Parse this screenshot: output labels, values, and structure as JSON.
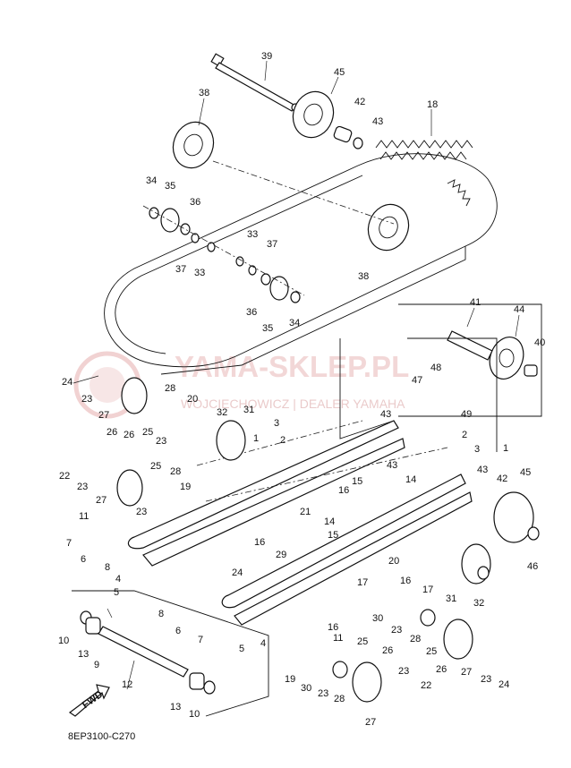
{
  "diagram": {
    "code": "8EP3100-C270",
    "fwd_label": "FWD",
    "watermark": {
      "main": "YAMA-SKLEP.PL",
      "sub": "WOJCIECHOWICZ | DEALER YAMAHA"
    },
    "callouts": [
      {
        "id": "c39",
        "text": "39"
      },
      {
        "id": "c45a",
        "text": "45"
      },
      {
        "id": "c38a",
        "text": "38"
      },
      {
        "id": "c42a",
        "text": "42"
      },
      {
        "id": "c43a",
        "text": "43"
      },
      {
        "id": "c18",
        "text": "18"
      },
      {
        "id": "c34a",
        "text": "34"
      },
      {
        "id": "c35a",
        "text": "35"
      },
      {
        "id": "c36a",
        "text": "36"
      },
      {
        "id": "c37a",
        "text": "37"
      },
      {
        "id": "c33a",
        "text": "33"
      },
      {
        "id": "c33b",
        "text": "33"
      },
      {
        "id": "c37b",
        "text": "37"
      },
      {
        "id": "c36b",
        "text": "36"
      },
      {
        "id": "c35b",
        "text": "35"
      },
      {
        "id": "c34b",
        "text": "34"
      },
      {
        "id": "c38b",
        "text": "38"
      },
      {
        "id": "c41",
        "text": "41"
      },
      {
        "id": "c44",
        "text": "44"
      },
      {
        "id": "c40",
        "text": "40"
      },
      {
        "id": "c48",
        "text": "48"
      },
      {
        "id": "c47",
        "text": "47"
      },
      {
        "id": "c49",
        "text": "49"
      },
      {
        "id": "c24a",
        "text": "24"
      },
      {
        "id": "c23a",
        "text": "23"
      },
      {
        "id": "c27a",
        "text": "27"
      },
      {
        "id": "c26a",
        "text": "26"
      },
      {
        "id": "c28a",
        "text": "28"
      },
      {
        "id": "c25a",
        "text": "25"
      },
      {
        "id": "c20a",
        "text": "20"
      },
      {
        "id": "c23b",
        "text": "23"
      },
      {
        "id": "c32a",
        "text": "32"
      },
      {
        "id": "c31a",
        "text": "31"
      },
      {
        "id": "c3a",
        "text": "3"
      },
      {
        "id": "c2a",
        "text": "2"
      },
      {
        "id": "c1a",
        "text": "1"
      },
      {
        "id": "c43b",
        "text": "43"
      },
      {
        "id": "c2b",
        "text": "2"
      },
      {
        "id": "c3b",
        "text": "3"
      },
      {
        "id": "c1b",
        "text": "1"
      },
      {
        "id": "c43c",
        "text": "43"
      },
      {
        "id": "c43d",
        "text": "43"
      },
      {
        "id": "c42b",
        "text": "42"
      },
      {
        "id": "c45b",
        "text": "45"
      },
      {
        "id": "c22a",
        "text": "22"
      },
      {
        "id": "c23c",
        "text": "23"
      },
      {
        "id": "c26b",
        "text": "26"
      },
      {
        "id": "c27b",
        "text": "27"
      },
      {
        "id": "c25b",
        "text": "25"
      },
      {
        "id": "c28b",
        "text": "28"
      },
      {
        "id": "c19a",
        "text": "19"
      },
      {
        "id": "c11a",
        "text": "11"
      },
      {
        "id": "c23d",
        "text": "23"
      },
      {
        "id": "c14a",
        "text": "14"
      },
      {
        "id": "c15a",
        "text": "15"
      },
      {
        "id": "c16a",
        "text": "16"
      },
      {
        "id": "c21",
        "text": "21"
      },
      {
        "id": "c14b",
        "text": "14"
      },
      {
        "id": "c15b",
        "text": "15"
      },
      {
        "id": "c7a",
        "text": "7"
      },
      {
        "id": "c6a",
        "text": "6"
      },
      {
        "id": "c8a",
        "text": "8"
      },
      {
        "id": "c4a",
        "text": "4"
      },
      {
        "id": "c5a",
        "text": "5"
      },
      {
        "id": "c16b",
        "text": "16"
      },
      {
        "id": "c29",
        "text": "29"
      },
      {
        "id": "c24b",
        "text": "24"
      },
      {
        "id": "c46",
        "text": "46"
      },
      {
        "id": "c20b",
        "text": "20"
      },
      {
        "id": "c16c",
        "text": "16"
      },
      {
        "id": "c17a",
        "text": "17"
      },
      {
        "id": "c17b",
        "text": "17"
      },
      {
        "id": "c31b",
        "text": "31"
      },
      {
        "id": "c32b",
        "text": "32"
      },
      {
        "id": "c8b",
        "text": "8"
      },
      {
        "id": "c6b",
        "text": "6"
      },
      {
        "id": "c7b",
        "text": "7"
      },
      {
        "id": "c30a",
        "text": "30"
      },
      {
        "id": "c23e",
        "text": "23"
      },
      {
        "id": "c28c",
        "text": "28"
      },
      {
        "id": "c25c",
        "text": "25"
      },
      {
        "id": "c26c",
        "text": "26"
      },
      {
        "id": "c27c",
        "text": "27"
      },
      {
        "id": "c23f",
        "text": "23"
      },
      {
        "id": "c24c",
        "text": "24"
      },
      {
        "id": "c10a",
        "text": "10"
      },
      {
        "id": "c13a",
        "text": "13"
      },
      {
        "id": "c9",
        "text": "9"
      },
      {
        "id": "c4b",
        "text": "4"
      },
      {
        "id": "c5b",
        "text": "5"
      },
      {
        "id": "c11b",
        "text": "11"
      },
      {
        "id": "c16d",
        "text": "16"
      },
      {
        "id": "c12",
        "text": "12"
      },
      {
        "id": "c19b",
        "text": "19"
      },
      {
        "id": "c30b",
        "text": "30"
      },
      {
        "id": "c23g",
        "text": "23"
      },
      {
        "id": "c28d",
        "text": "28"
      },
      {
        "id": "c25d",
        "text": "25"
      },
      {
        "id": "c26d",
        "text": "26"
      },
      {
        "id": "c23h",
        "text": "23"
      },
      {
        "id": "c22b",
        "text": "22"
      },
      {
        "id": "c27d",
        "text": "27"
      },
      {
        "id": "c13b",
        "text": "13"
      },
      {
        "id": "c10b",
        "text": "10"
      }
    ]
  }
}
